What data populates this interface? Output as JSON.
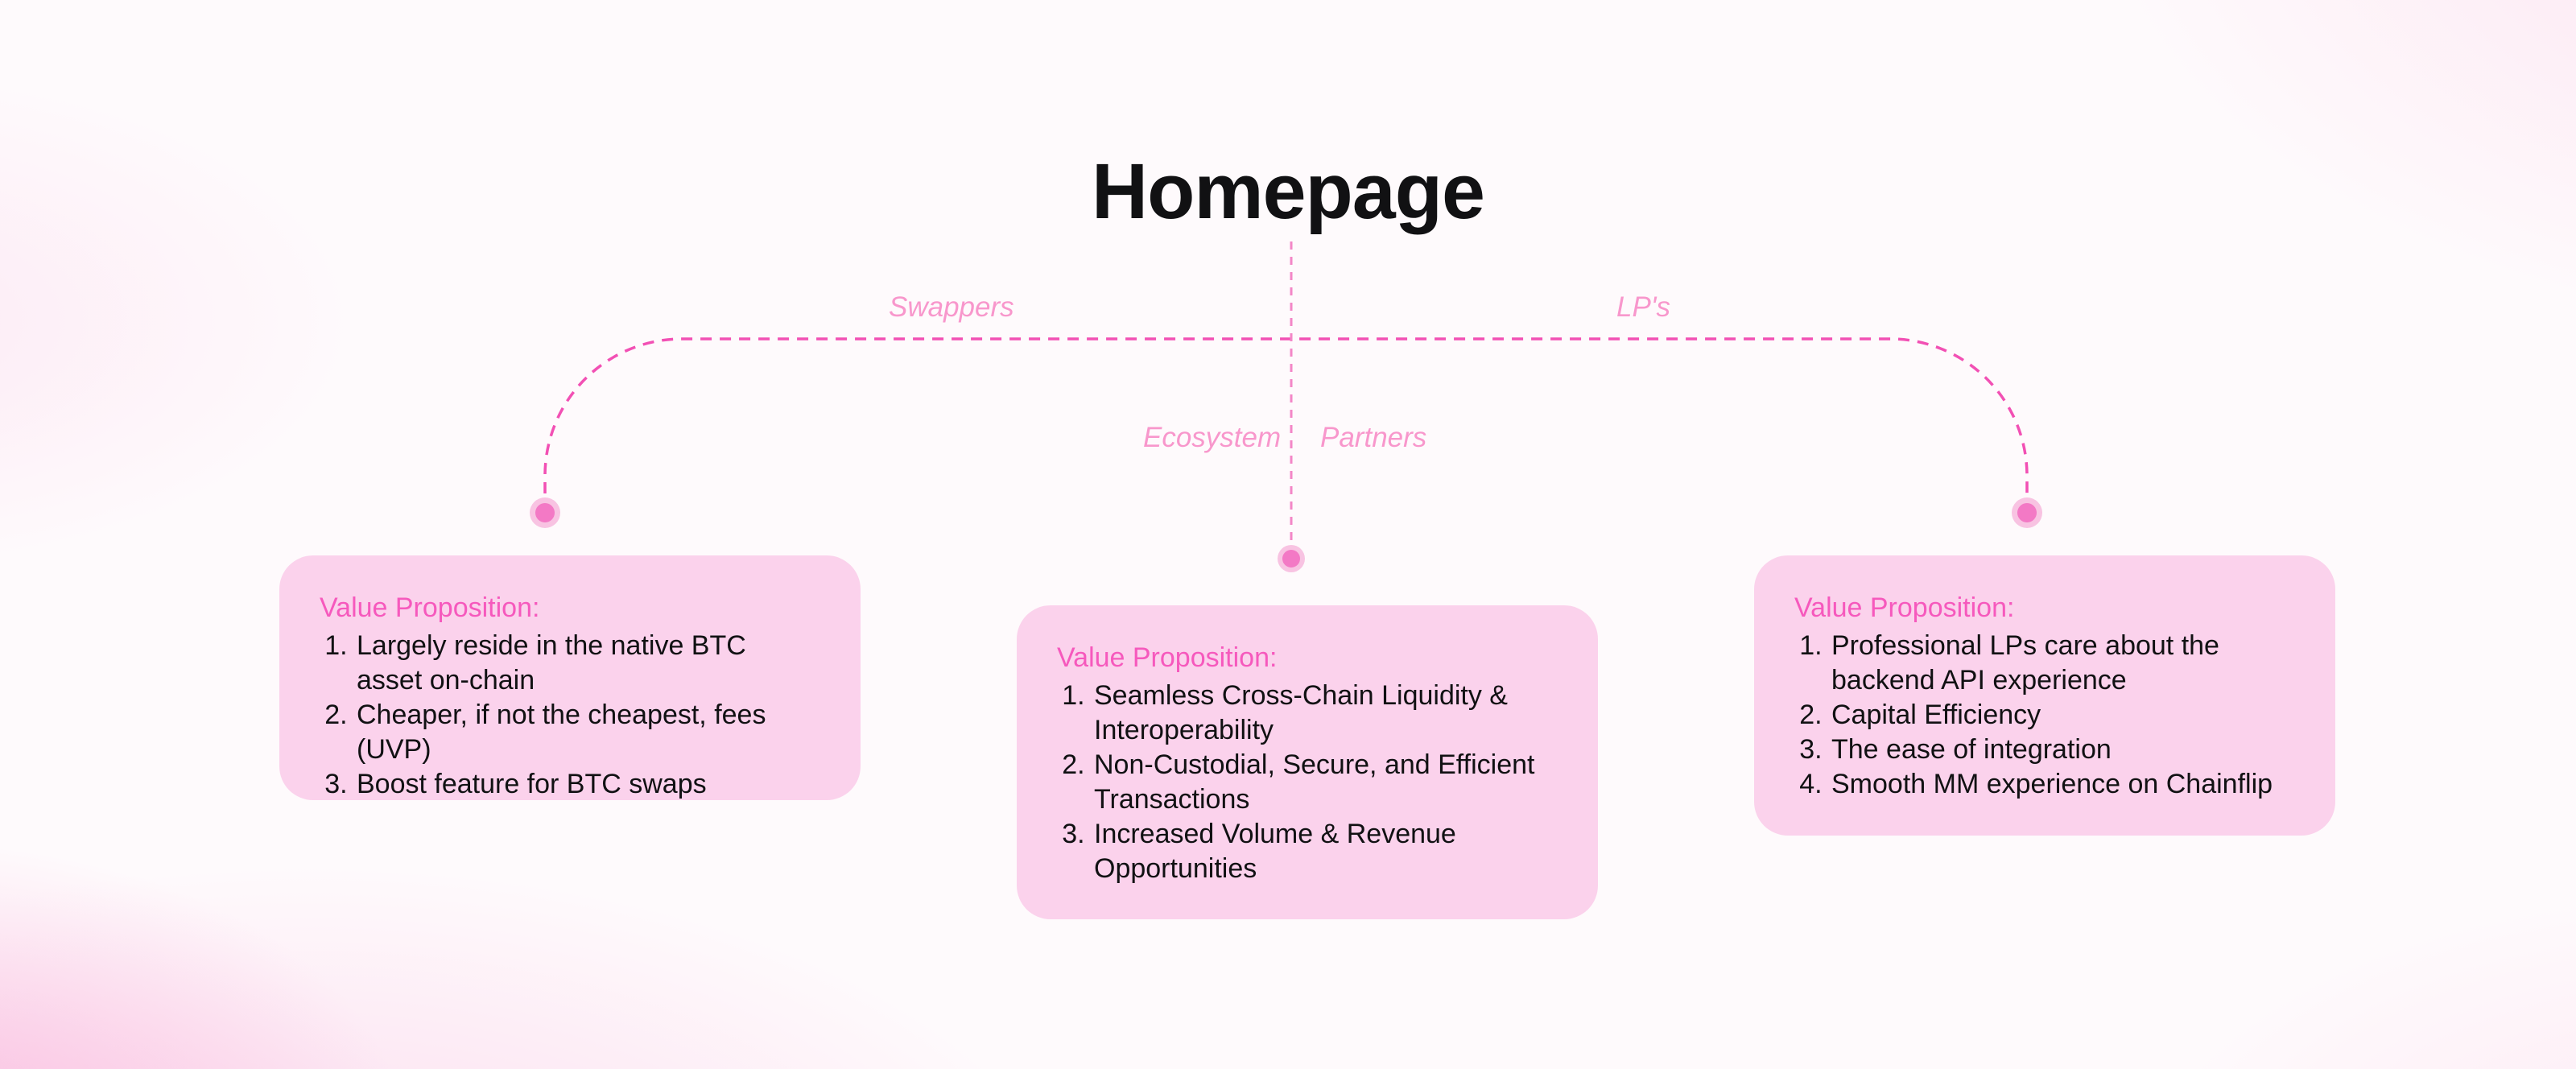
{
  "title": "Homepage",
  "branch_labels": {
    "left": "Swappers",
    "right": "LP's",
    "center_left": "Ecosystem",
    "center_right": "Partners"
  },
  "cards": [
    {
      "heading": "Value Proposition:",
      "items": [
        "Largely reside in the native BTC\nasset on-chain",
        "Cheaper, if not the cheapest, fees (UVP)",
        "Boost feature for BTC swaps"
      ]
    },
    {
      "heading": "Value Proposition:",
      "items": [
        "Seamless Cross-Chain Liquidity &\nInteroperability",
        "Non-Custodial, Secure, and Efficient\nTransactions",
        "Increased Volume & Revenue\nOpportunities"
      ]
    },
    {
      "heading": "Value Proposition:",
      "items": [
        "Professional LPs care about the\nbackend API experience",
        "Capital Efficiency",
        "The ease of integration",
        "Smooth MM experience on Chainflip"
      ]
    }
  ],
  "colors": {
    "text_dark": "#111113",
    "card_bg": "#fbd2ec",
    "heading_pink": "#f659bd",
    "line_pink": "#f250b4",
    "line_pink_light": "#f387c7",
    "label_pink": "#f897cc",
    "dot_pink": "#f379c5",
    "dot_ring": "#f8c3e2"
  }
}
